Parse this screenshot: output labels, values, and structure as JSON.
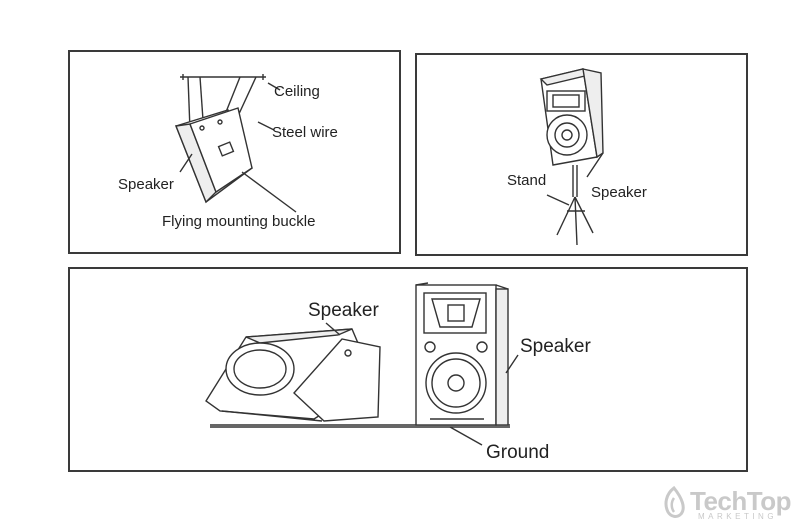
{
  "panels": {
    "ceiling": {
      "ceiling_label": "Ceiling",
      "wire_label": "Steel wire",
      "speaker_label": "Speaker",
      "buckle_label": "Flying mounting buckle"
    },
    "stand": {
      "stand_label": "Stand",
      "speaker_label": "Speaker"
    },
    "floor": {
      "speaker_left_label": "Speaker",
      "speaker_right_label": "Speaker",
      "ground_label": "Ground"
    }
  },
  "watermark": {
    "brand": "TechTop",
    "sub": "MARKETING"
  }
}
